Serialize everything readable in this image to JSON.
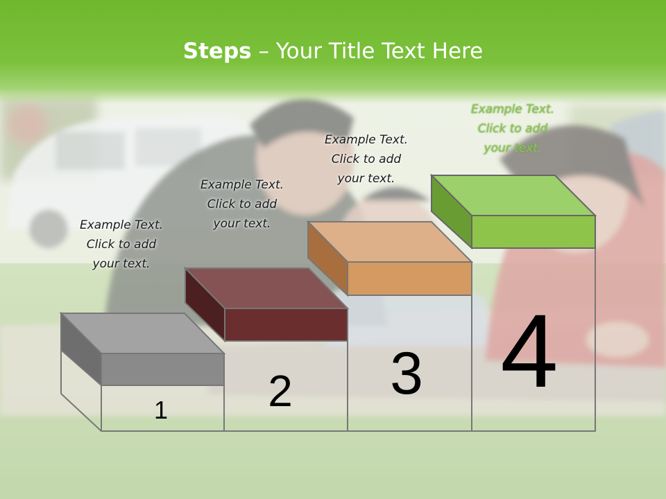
{
  "slide": {
    "title_bold": "Steps",
    "title_sep": " – ",
    "title_rest": "Your Title Text Here",
    "colors": {
      "title_band": "#7cc13c",
      "step1_box": "#8a8a8a",
      "step2_box": "#6b2e2e",
      "step3_box": "#d49a62",
      "step4_box": "#8ec44a"
    }
  },
  "steps": [
    {
      "number": "1",
      "caption": [
        "Example Text.",
        "Click  to add",
        "your text."
      ]
    },
    {
      "number": "2",
      "caption": [
        "Example Text.",
        "Click  to add",
        "your text."
      ]
    },
    {
      "number": "3",
      "caption": [
        "Example Text.",
        "Click  to add",
        "your text."
      ]
    },
    {
      "number": "4",
      "caption": [
        "Example Text.",
        "Click  to add",
        "your text."
      ]
    }
  ]
}
